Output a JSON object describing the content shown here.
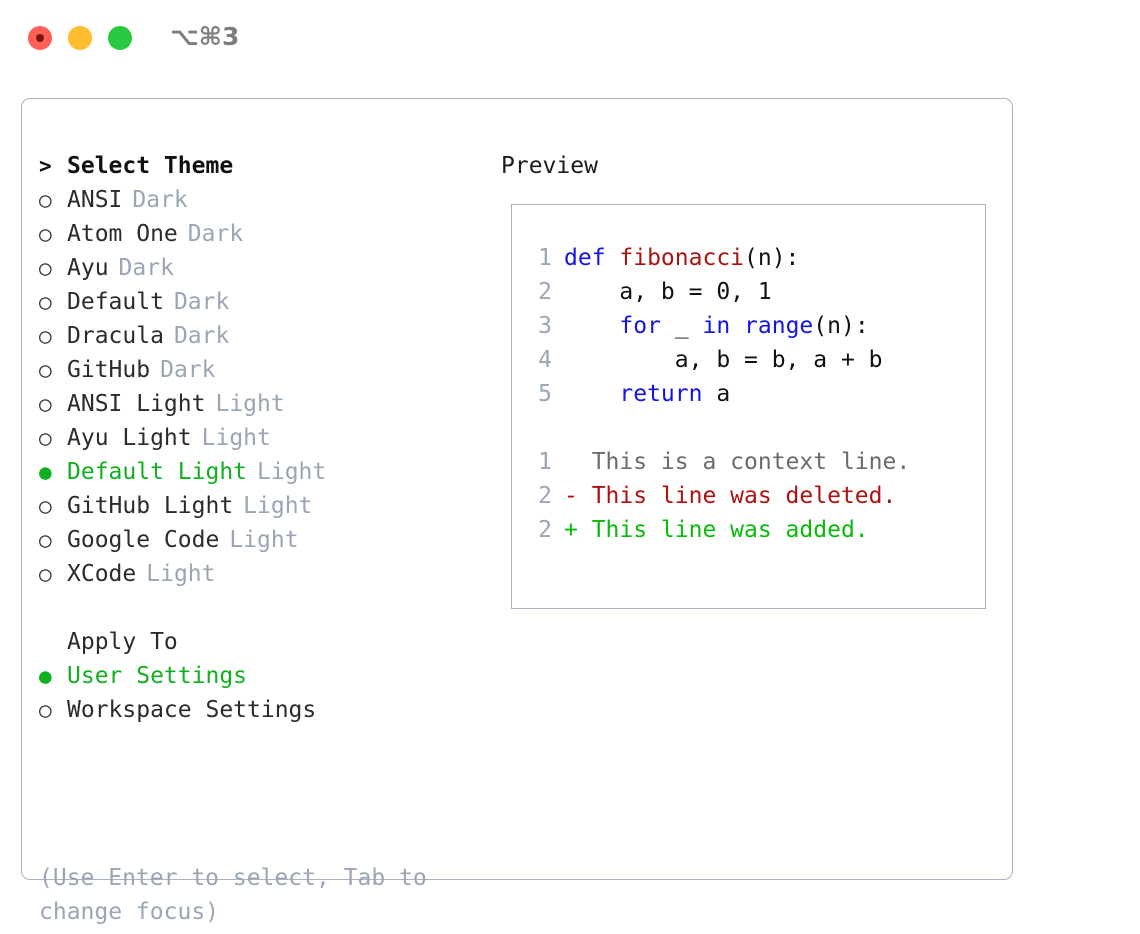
{
  "titlebar": {
    "shortcut": "⌥⌘3",
    "buttons": [
      {
        "name": "close",
        "color": "#ff5f57"
      },
      {
        "name": "minimize",
        "color": "#febc2e"
      },
      {
        "name": "maximize",
        "color": "#28c840"
      }
    ]
  },
  "theme_picker": {
    "heading": "Select Theme",
    "heading_marker": ">",
    "marker_unselected": "○",
    "marker_selected": "●",
    "items": [
      {
        "label": "ANSI",
        "tag": "Dark",
        "selected": false
      },
      {
        "label": "Atom One",
        "tag": "Dark",
        "selected": false
      },
      {
        "label": "Ayu",
        "tag": "Dark",
        "selected": false
      },
      {
        "label": "Default",
        "tag": "Dark",
        "selected": false
      },
      {
        "label": "Dracula",
        "tag": "Dark",
        "selected": false
      },
      {
        "label": "GitHub",
        "tag": "Dark",
        "selected": false
      },
      {
        "label": "ANSI Light",
        "tag": "Light",
        "selected": false
      },
      {
        "label": "Ayu Light",
        "tag": "Light",
        "selected": false
      },
      {
        "label": "Default Light",
        "tag": "Light",
        "selected": true
      },
      {
        "label": "GitHub Light",
        "tag": "Light",
        "selected": false
      },
      {
        "label": "Google Code",
        "tag": "Light",
        "selected": false
      },
      {
        "label": "XCode",
        "tag": "Light",
        "selected": false
      }
    ]
  },
  "apply_to": {
    "heading": "Apply To",
    "items": [
      {
        "label": "User Settings",
        "selected": true
      },
      {
        "label": "Workspace Settings",
        "selected": false
      }
    ]
  },
  "hint": "(Use Enter to select, Tab to change focus)",
  "preview": {
    "title": "Preview",
    "code_lines": [
      {
        "num": "1",
        "tokens": [
          {
            "t": "def ",
            "c": "kw"
          },
          {
            "t": "fibonacci",
            "c": "fn"
          },
          {
            "t": "(n):",
            "c": "pl"
          }
        ]
      },
      {
        "num": "2",
        "tokens": [
          {
            "t": "    a, b = 0, 1",
            "c": "pl"
          }
        ]
      },
      {
        "num": "3",
        "tokens": [
          {
            "t": "    ",
            "c": "pl"
          },
          {
            "t": "for",
            "c": "kw"
          },
          {
            "t": " _ ",
            "c": "pl"
          },
          {
            "t": "in",
            "c": "kw"
          },
          {
            "t": " ",
            "c": "pl"
          },
          {
            "t": "range",
            "c": "kw"
          },
          {
            "t": "(n):",
            "c": "pl"
          }
        ]
      },
      {
        "num": "4",
        "tokens": [
          {
            "t": "        a, b = b, a + b",
            "c": "pl"
          }
        ]
      },
      {
        "num": "5",
        "tokens": [
          {
            "t": "    ",
            "c": "pl"
          },
          {
            "t": "return",
            "c": "kw"
          },
          {
            "t": " a",
            "c": "pl"
          }
        ]
      }
    ],
    "diff_lines": [
      {
        "num": "1",
        "text": "  This is a context line.",
        "kind": "ctx"
      },
      {
        "num": "2",
        "text": "- This line was deleted.",
        "kind": "del"
      },
      {
        "num": "2",
        "text": "+ This line was added.",
        "kind": "add"
      }
    ]
  },
  "colors": {
    "selected_green": "#11b021",
    "tag_gray": "#9aa5b5",
    "border": "#a8b2c1",
    "keyword_blue": "#1414e0",
    "function_red": "#a81414",
    "diff_add": "#09bb09",
    "diff_del": "#b01010",
    "diff_ctx": "#6b6b6b"
  }
}
